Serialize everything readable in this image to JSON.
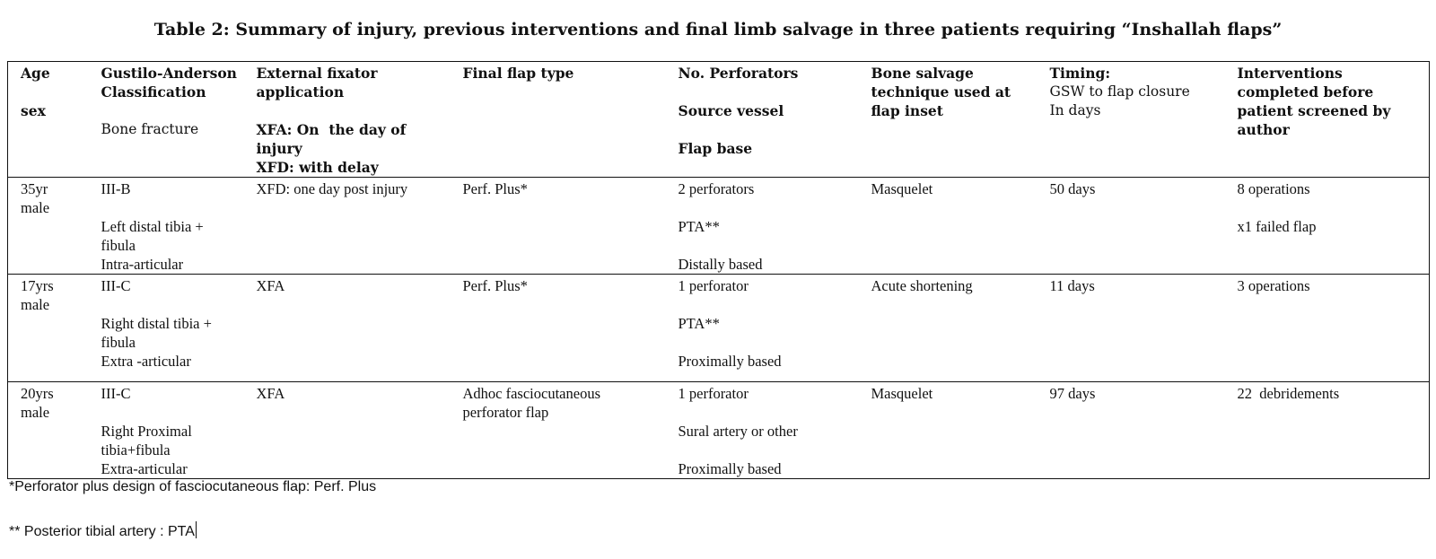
{
  "title": "Table 2:  Summary of injury, previous interventions and final limb salvage in three patients requiring “Inshallah flaps”",
  "headers": {
    "c1": {
      "l1": "Age",
      "l2": "sex"
    },
    "c2": {
      "l1": "Gustilo-Anderson",
      "l2": "Classification",
      "l3": "Bone fracture"
    },
    "c3": {
      "l1": "External fixator",
      "l2": "application",
      "l3": "XFA: On  the day of injury",
      "l4": "XFD: with delay"
    },
    "c4": {
      "l1": "Final flap type"
    },
    "c5": {
      "l1": "No. Perforators",
      "l2": "Source vessel",
      "l3": "Flap base"
    },
    "c6": {
      "l1": "Bone salvage",
      "l2": "technique used at",
      "l3": "flap inset"
    },
    "c7": {
      "l1": "Timing:",
      "l2": "GSW to flap closure",
      "l3": "In days"
    },
    "c8": {
      "l1": "Interventions",
      "l2": "completed before",
      "l3": "patient screened by",
      "l4": "author"
    }
  },
  "rows": [
    {
      "age": {
        "l1": "35yr",
        "l2": "male"
      },
      "ga": {
        "l1": "III-B",
        "l2": "Left distal tibia +",
        "l3": "fibula",
        "l4": "Intra-articular"
      },
      "xf": "XFD: one day post injury",
      "flap": {
        "l1": "Perf. Plus*",
        "l2": ""
      },
      "perf": {
        "l1": "2 perforators",
        "l2": "PTA**",
        "l3": "Distally based"
      },
      "bone": "Masquelet",
      "timing": "50 days",
      "interv": {
        "l1": "8 operations",
        "l2": "x1 failed flap"
      }
    },
    {
      "age": {
        "l1": "17yrs",
        "l2": "male"
      },
      "ga": {
        "l1": "III-C",
        "l2": "Right distal tibia +",
        "l3": "fibula",
        "l4": "Extra -articular"
      },
      "xf": "XFA",
      "flap": {
        "l1": "Perf. Plus*",
        "l2": ""
      },
      "perf": {
        "l1": "1 perforator",
        "l2": "PTA**",
        "l3": "Proximally based"
      },
      "bone": "Acute shortening",
      "timing": "11 days",
      "interv": {
        "l1": "3 operations",
        "l2": ""
      }
    },
    {
      "age": {
        "l1": "20yrs",
        "l2": "male"
      },
      "ga": {
        "l1": "III-C",
        "l2": "Right Proximal",
        "l3": "tibia+fibula",
        "l4": "Extra-articular"
      },
      "xf": "XFA",
      "flap": {
        "l1": "Adhoc fasciocutaneous",
        "l2": "perforator flap"
      },
      "perf": {
        "l1": "1 perforator",
        "l2": "Sural artery or other",
        "l3": "Proximally based"
      },
      "bone": "Masquelet",
      "timing": "97 days",
      "interv": {
        "l1": "22  debridements",
        "l2": ""
      }
    }
  ],
  "footnotes": {
    "f1": "*Perforator plus design of fasciocutaneous flap: Perf. Plus",
    "f2": "** Posterior tibial artery : PTA"
  }
}
